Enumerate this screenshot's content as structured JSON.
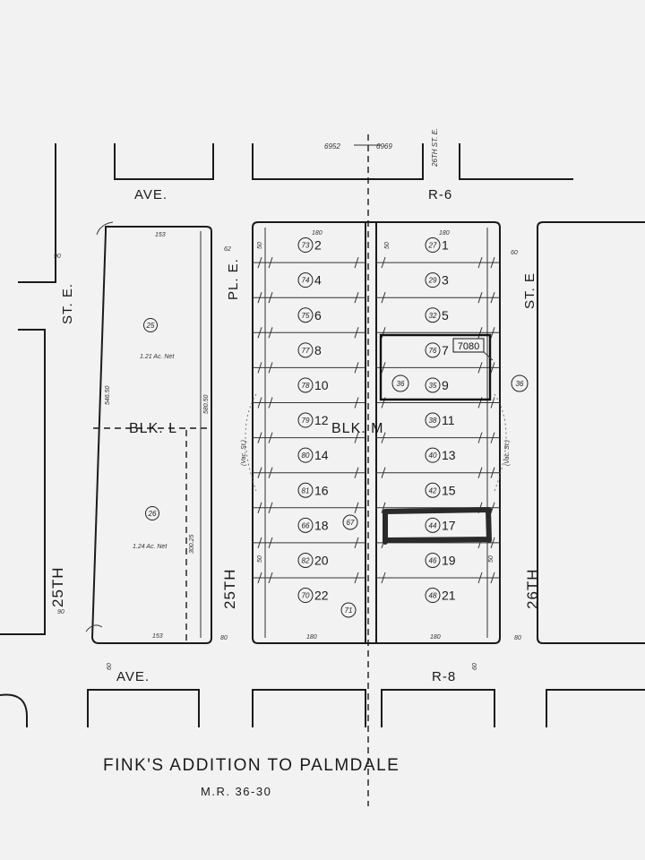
{
  "title": "FINK'S ADDITION TO PALMDALE",
  "subtitle": "M.R. 36-30",
  "page_refs": {
    "left": "6952",
    "right": "6969"
  },
  "streets": {
    "ave_top": "AVE.",
    "r6": "R-6",
    "st_e_left": "ST. E.",
    "st_e_right": "ST. E",
    "pl_e": "PL. E.",
    "twenty_fifth_left": "25TH",
    "twenty_fifth_middle": "25TH",
    "twenty_sixth_right": "26TH",
    "twenty_sixth_top": "26TH ST. E.",
    "ave_bottom": "AVE.",
    "r8": "R-8"
  },
  "block_l": {
    "label": "BLK. L",
    "parcels": [
      {
        "id": "25",
        "area": "1.21 Ac. Net"
      },
      {
        "id": "26",
        "area": "1.24 Ac. Net"
      }
    ],
    "dims": {
      "top": "153",
      "bottom": "153",
      "left": "546.50",
      "right": "580.50",
      "lower": "300.25"
    }
  },
  "block_m": {
    "label": "BLK. M",
    "dims": {
      "top_left": "180",
      "top_right": "180",
      "bottom_left": "180",
      "bottom_right": "180"
    },
    "left_lots": [
      {
        "lot": "2",
        "parcel": "73"
      },
      {
        "lot": "4",
        "parcel": "74"
      },
      {
        "lot": "6",
        "parcel": "75"
      },
      {
        "lot": "8",
        "parcel": "77"
      },
      {
        "lot": "10",
        "parcel": "78"
      },
      {
        "lot": "12",
        "parcel": "79"
      },
      {
        "lot": "14",
        "parcel": "80"
      },
      {
        "lot": "16",
        "parcel": "81"
      },
      {
        "lot": "18",
        "parcel": "66"
      },
      {
        "lot": "20",
        "parcel": "82"
      },
      {
        "lot": "22",
        "parcel": "70"
      }
    ],
    "right_lots": [
      {
        "lot": "1",
        "parcel": "27"
      },
      {
        "lot": "3",
        "parcel": "29"
      },
      {
        "lot": "5",
        "parcel": "32"
      },
      {
        "lot": "7",
        "parcel": "76"
      },
      {
        "lot": "9",
        "parcel": "35"
      },
      {
        "lot": "11",
        "parcel": "38"
      },
      {
        "lot": "13",
        "parcel": "40"
      },
      {
        "lot": "15",
        "parcel": "42"
      },
      {
        "lot": "17",
        "parcel": "44"
      },
      {
        "lot": "19",
        "parcel": "46"
      },
      {
        "lot": "21",
        "parcel": "48"
      }
    ],
    "extra_parcels": [
      "36",
      "67",
      "71",
      "36"
    ],
    "vac_label": "(Vac. St.)",
    "ref_box": "7080",
    "highlighted_lot": "17"
  },
  "frontages": {
    "fifty": "50",
    "sixty": "60",
    "eighty": "80",
    "ninety": "90"
  }
}
